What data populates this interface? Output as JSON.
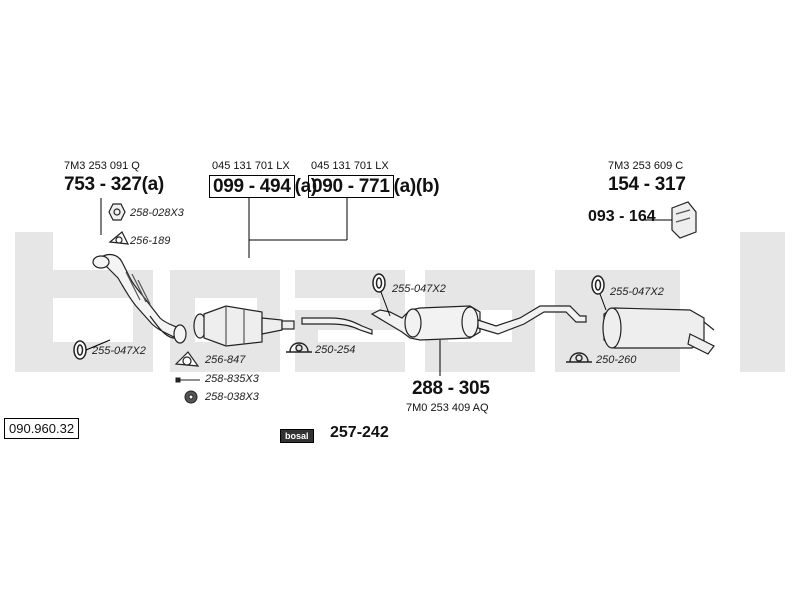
{
  "watermark_text": "bosal",
  "reference_number": "090.960.32",
  "parts": {
    "front_pipe": {
      "oem": "7M3 253 091 Q",
      "number": "753 - 327",
      "suffix": "(a)"
    },
    "catalyst_a": {
      "oem": "045 131 701 LX",
      "number": "099 - 494",
      "suffix": "(a)"
    },
    "catalyst_b": {
      "oem": "045 131 701 LX",
      "number": "090 - 771",
      "suffix": "(a)(b)"
    },
    "rear_silencer": {
      "oem": "7M3 253 609 C",
      "number": "154 - 317"
    },
    "rear_clamp": {
      "number": "093 - 164"
    },
    "middle_silencer": {
      "number": "288 - 305",
      "oem": "7M0 253 409 AQ"
    },
    "mounting_kit": {
      "logo": "bosal",
      "number": "257-242"
    }
  },
  "accessories": {
    "nut": "258-028X3",
    "gasket_front": "256-189",
    "ring_front": "255-047X2",
    "gasket_cat": "256-847",
    "bolt": "258-835X3",
    "nut_cat": "258-038X3",
    "clamp_cat": "250-254",
    "ring_middle": "255-047X2",
    "ring_rear": "255-047X2",
    "clamp_rear": "250-260"
  }
}
